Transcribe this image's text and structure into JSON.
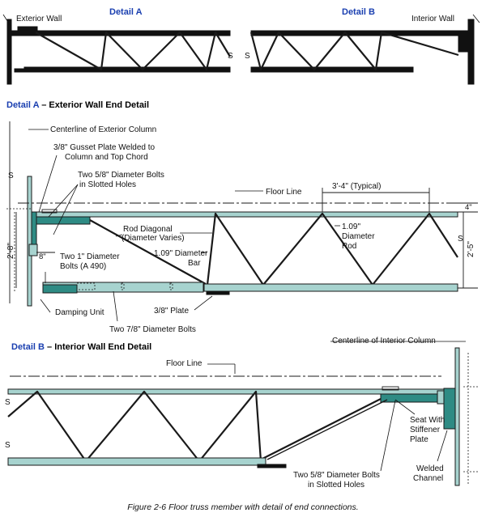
{
  "overview": {
    "label_exterior_wall": "Exterior Wall",
    "label_interior_wall": "Interior Wall",
    "label_detail_a": "Detail A",
    "label_detail_b": "Detail B"
  },
  "detail_a": {
    "title_prefix": "Detail A",
    "title_rest": " – Exterior Wall End Detail",
    "labels": {
      "centerline": "Centerline of Exterior Column",
      "gusset_1": "3/8\" Gusset Plate Welded to",
      "gusset_2": "Column and Top Chord",
      "bolts58_1": "Two 5/8\" Diameter Bolts",
      "bolts58_2": "in Slotted Holes",
      "floor_line": "Floor Line",
      "typical": "3'-4\" (Typical)",
      "dim_4": "4\"",
      "rod_diag_1": "Rod Diagonal",
      "rod_diag_2": "(Diameter Varies)",
      "rod109_1": "1.09\"",
      "rod109_2": "Diameter",
      "rod109_3": "Rod",
      "bar109_1": "1.09\" Diameter",
      "bar109_2": "Bar",
      "dim_2_8": "2'-8\"",
      "dim_8": "8\"",
      "dim_2_5": "2'-5\"",
      "bolts1_1": "Two 1\" Diameter",
      "bolts1_2": "Bolts (A 490)",
      "damping": "Damping Unit",
      "plate38": "3/8\" Plate",
      "bolts78": "Two 7/8\" Diameter Bolts"
    }
  },
  "detail_b": {
    "title_prefix": "Detail B",
    "title_rest": " – Interior Wall End Detail",
    "labels": {
      "centerline": "Centerline of Interior Column",
      "floor_line": "Floor Line",
      "seat_1": "Seat With",
      "seat_2": "Stiffener",
      "seat_3": "Plate",
      "bolts58_1": "Two 5/8\" Diameter Bolts",
      "bolts58_2": "in Slotted Holes",
      "welded_1": "Welded",
      "welded_2": "Channel"
    }
  },
  "caption": "Figure 2-6   Floor truss member with detail of end connections."
}
